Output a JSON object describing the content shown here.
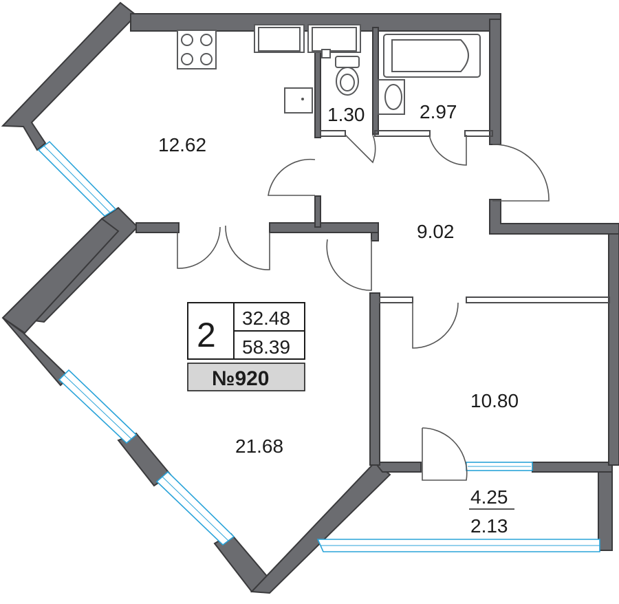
{
  "plan": {
    "rooms": {
      "kitchen": "12.62",
      "wc": "1.30",
      "bath": "2.97",
      "hall": "9.02",
      "living": "21.68",
      "bedroom": "10.80",
      "balcony_full": "4.25",
      "balcony_reduced": "2.13"
    },
    "info": {
      "rooms_count": "2",
      "living_area": "32.48",
      "total_area": "58.39",
      "apartment_number": "№920"
    }
  },
  "colors": {
    "wall": "#6b6c70",
    "window": "#29a3d9",
    "badge": "#d6d6d6"
  }
}
